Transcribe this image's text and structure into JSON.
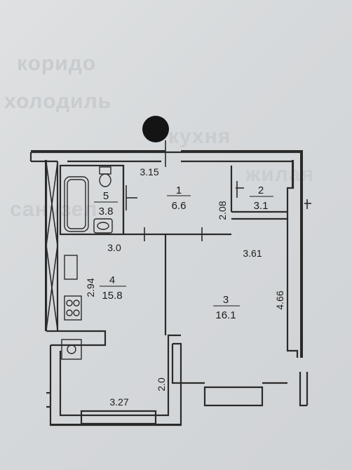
{
  "background_text": [
    "коридо",
    "холодиль",
    "кухня",
    "жилая",
    "санузел"
  ],
  "rooms": [
    {
      "number": "1",
      "area": "6.6"
    },
    {
      "number": "2",
      "area": "3.1"
    },
    {
      "number": "3",
      "area": "16.1"
    },
    {
      "number": "4",
      "area": "15.8"
    },
    {
      "number": "5",
      "area": "3.8"
    }
  ],
  "dimensions": [
    "3.15",
    "2.08",
    "3.61",
    "4.66",
    "3.0",
    "2.94",
    "2.0",
    "3.27"
  ],
  "colors": {
    "wall": "#2a2a2a",
    "paper": "#d9dbdc",
    "ink": "#1b1b1b"
  }
}
